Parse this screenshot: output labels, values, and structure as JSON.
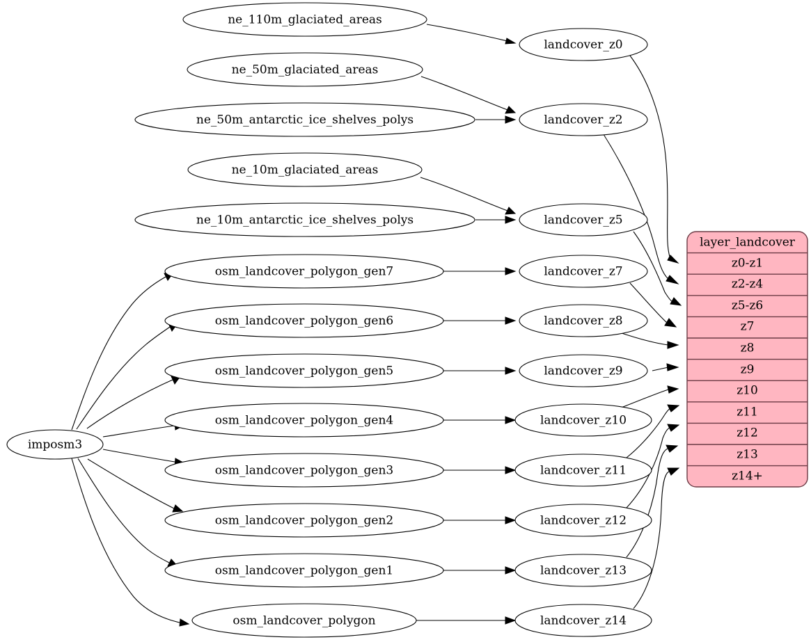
{
  "diagram": {
    "type": "directed-graph",
    "title": "",
    "background": "#ffffff",
    "node_fill": "#ffffff",
    "node_stroke": "#000000",
    "table_fill": "#ffb6c1",
    "table_stroke": "#6b3b45",
    "source_node": {
      "id": "imposm3",
      "label": "imposm3"
    },
    "natural_earth_nodes": [
      {
        "id": "ne110ga",
        "label": "ne_110m_glaciated_areas"
      },
      {
        "id": "ne50ga",
        "label": "ne_50m_glaciated_areas"
      },
      {
        "id": "ne50aisp",
        "label": "ne_50m_antarctic_ice_shelves_polys"
      },
      {
        "id": "ne10ga",
        "label": "ne_10m_glaciated_areas"
      },
      {
        "id": "ne10aisp",
        "label": "ne_10m_antarctic_ice_shelves_polys"
      }
    ],
    "osm_nodes": [
      {
        "id": "gen7",
        "label": "osm_landcover_polygon_gen7"
      },
      {
        "id": "gen6",
        "label": "osm_landcover_polygon_gen6"
      },
      {
        "id": "gen5",
        "label": "osm_landcover_polygon_gen5"
      },
      {
        "id": "gen4",
        "label": "osm_landcover_polygon_gen4"
      },
      {
        "id": "gen3",
        "label": "osm_landcover_polygon_gen3"
      },
      {
        "id": "gen2",
        "label": "osm_landcover_polygon_gen2"
      },
      {
        "id": "gen1",
        "label": "osm_landcover_polygon_gen1"
      },
      {
        "id": "gen0",
        "label": "osm_landcover_polygon"
      }
    ],
    "landcover_nodes": [
      {
        "id": "lc_z0",
        "label": "landcover_z0"
      },
      {
        "id": "lc_z2",
        "label": "landcover_z2"
      },
      {
        "id": "lc_z5",
        "label": "landcover_z5"
      },
      {
        "id": "lc_z7",
        "label": "landcover_z7"
      },
      {
        "id": "lc_z8",
        "label": "landcover_z8"
      },
      {
        "id": "lc_z9",
        "label": "landcover_z9"
      },
      {
        "id": "lc_z10",
        "label": "landcover_z10"
      },
      {
        "id": "lc_z11",
        "label": "landcover_z11"
      },
      {
        "id": "lc_z12",
        "label": "landcover_z12"
      },
      {
        "id": "lc_z13",
        "label": "landcover_z13"
      },
      {
        "id": "lc_z14",
        "label": "landcover_z14"
      }
    ],
    "layer_table": {
      "header": "layer_landcover",
      "rows": [
        {
          "label": "z0-z1"
        },
        {
          "label": "z2-z4"
        },
        {
          "label": "z5-z6"
        },
        {
          "label": "z7"
        },
        {
          "label": "z8"
        },
        {
          "label": "z9"
        },
        {
          "label": "z10"
        },
        {
          "label": "z11"
        },
        {
          "label": "z12"
        },
        {
          "label": "z13"
        },
        {
          "label": "z14+"
        }
      ]
    },
    "edges": [
      {
        "from": "ne_110m_glaciated_areas",
        "to": "landcover_z0"
      },
      {
        "from": "ne_50m_glaciated_areas",
        "to": "landcover_z2"
      },
      {
        "from": "ne_50m_antarctic_ice_shelves_polys",
        "to": "landcover_z2"
      },
      {
        "from": "ne_10m_glaciated_areas",
        "to": "landcover_z5"
      },
      {
        "from": "ne_10m_antarctic_ice_shelves_polys",
        "to": "landcover_z5"
      },
      {
        "from": "imposm3",
        "to": "osm_landcover_polygon_gen7"
      },
      {
        "from": "imposm3",
        "to": "osm_landcover_polygon_gen6"
      },
      {
        "from": "imposm3",
        "to": "osm_landcover_polygon_gen5"
      },
      {
        "from": "imposm3",
        "to": "osm_landcover_polygon_gen4"
      },
      {
        "from": "imposm3",
        "to": "osm_landcover_polygon_gen3"
      },
      {
        "from": "imposm3",
        "to": "osm_landcover_polygon_gen2"
      },
      {
        "from": "imposm3",
        "to": "osm_landcover_polygon_gen1"
      },
      {
        "from": "imposm3",
        "to": "osm_landcover_polygon"
      },
      {
        "from": "osm_landcover_polygon_gen7",
        "to": "landcover_z7"
      },
      {
        "from": "osm_landcover_polygon_gen6",
        "to": "landcover_z8"
      },
      {
        "from": "osm_landcover_polygon_gen5",
        "to": "landcover_z9"
      },
      {
        "from": "osm_landcover_polygon_gen4",
        "to": "landcover_z10"
      },
      {
        "from": "osm_landcover_polygon_gen3",
        "to": "landcover_z11"
      },
      {
        "from": "osm_landcover_polygon_gen2",
        "to": "landcover_z12"
      },
      {
        "from": "osm_landcover_polygon_gen1",
        "to": "landcover_z13"
      },
      {
        "from": "osm_landcover_polygon",
        "to": "landcover_z14"
      },
      {
        "from": "landcover_z0",
        "to": "z0-z1"
      },
      {
        "from": "landcover_z2",
        "to": "z2-z4"
      },
      {
        "from": "landcover_z5",
        "to": "z5-z6"
      },
      {
        "from": "landcover_z7",
        "to": "z7"
      },
      {
        "from": "landcover_z8",
        "to": "z8"
      },
      {
        "from": "landcover_z9",
        "to": "z9"
      },
      {
        "from": "landcover_z10",
        "to": "z10"
      },
      {
        "from": "landcover_z11",
        "to": "z11"
      },
      {
        "from": "landcover_z12",
        "to": "z12"
      },
      {
        "from": "landcover_z13",
        "to": "z13"
      },
      {
        "from": "landcover_z14",
        "to": "z14+"
      }
    ]
  }
}
